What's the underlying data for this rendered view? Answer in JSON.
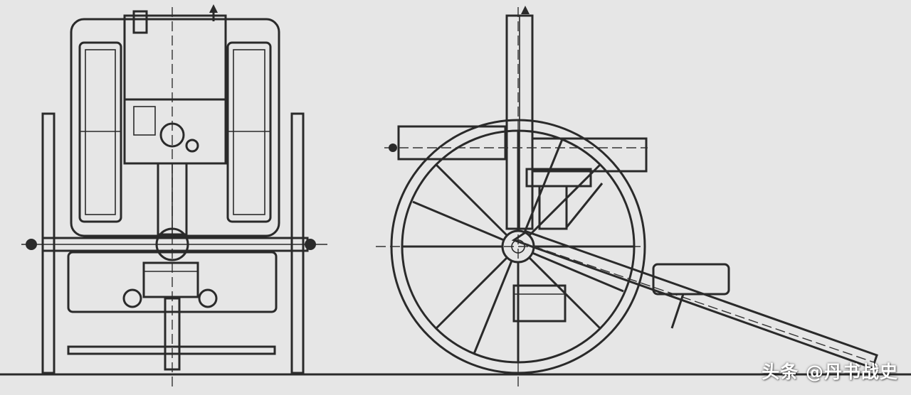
{
  "watermark": {
    "text": "头条 @丹书战史"
  },
  "figure": {
    "views": [
      "front-view",
      "side-view"
    ],
    "ink_color": "#2a2a2a",
    "paper_color": "#e6e6e6"
  }
}
